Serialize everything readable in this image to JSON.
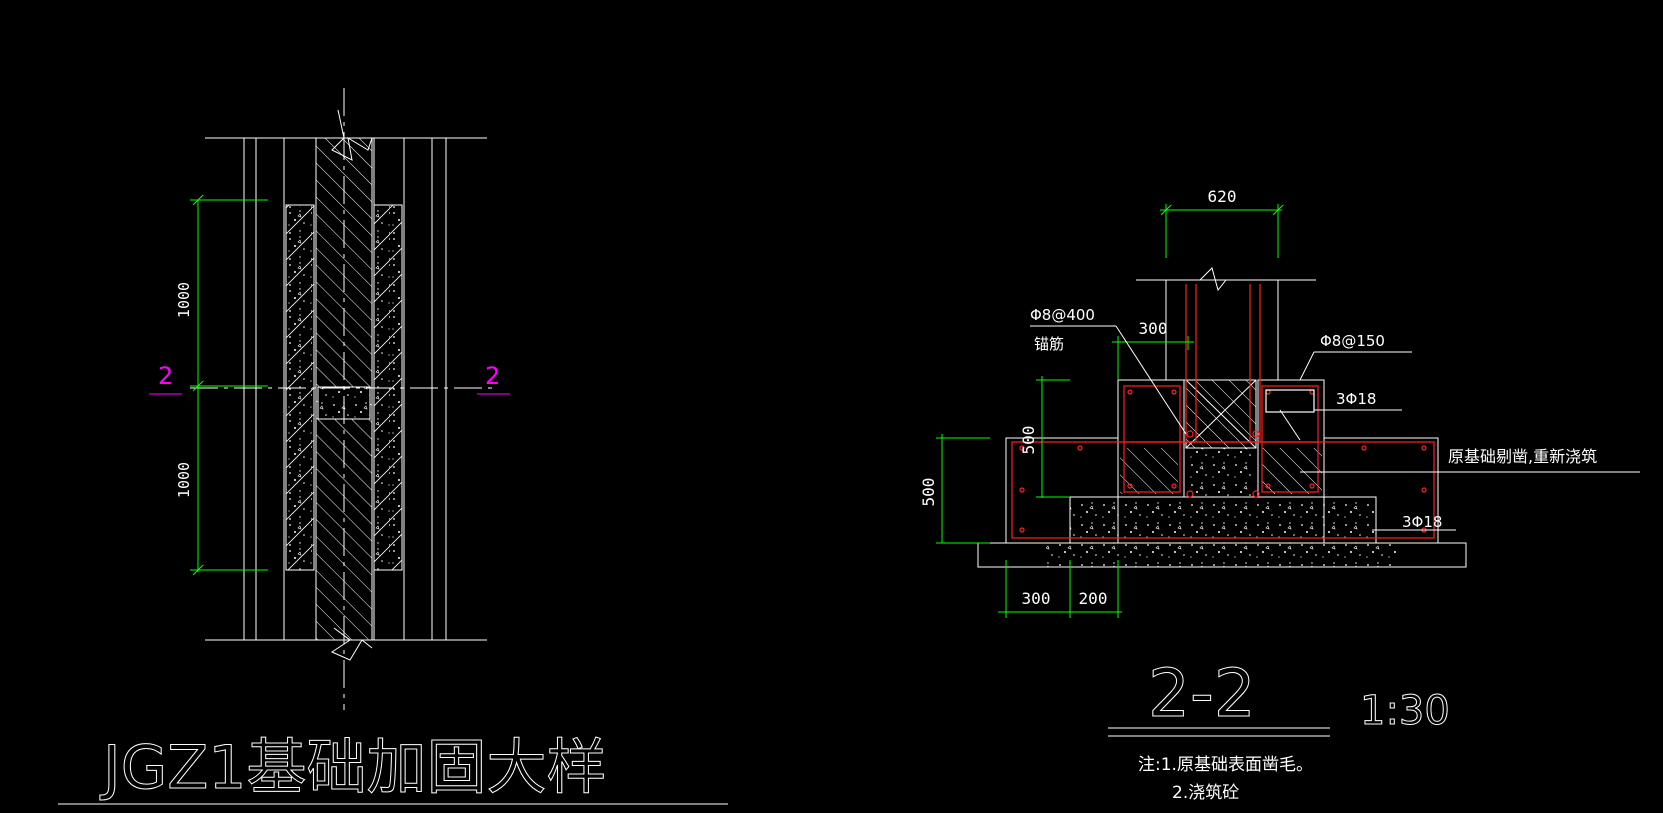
{
  "left_detail": {
    "title": "JGZ1基础加固大样",
    "dim_upper": "1000",
    "dim_lower": "1000",
    "section_mark_left": "2",
    "section_mark_right": "2"
  },
  "right_detail": {
    "dim_top": "620",
    "dim_300_top": "300",
    "dim_500_inner": "500",
    "dim_500_outer": "500",
    "dim_bottom_1": "300",
    "dim_bottom_2": "200",
    "label_anchor_bar": "Φ8@400",
    "label_anchor_sub": "锚筋",
    "label_stirrup": "Φ8@150",
    "label_bar_upper": "3Φ18",
    "label_bar_lower": "3Φ18",
    "label_note_right": "原基础剔凿,重新浇筑",
    "section_title": "2-2",
    "scale": "1:30",
    "note_line_1": "注:1.原基础表面凿毛。",
    "note_line_2": "2.浇筑砼"
  },
  "colors": {
    "background": "#000000",
    "lines": "#ffffff",
    "dimension": "#00ff00",
    "rebar": "#ff2020",
    "section_mark": "#ff00ff"
  }
}
